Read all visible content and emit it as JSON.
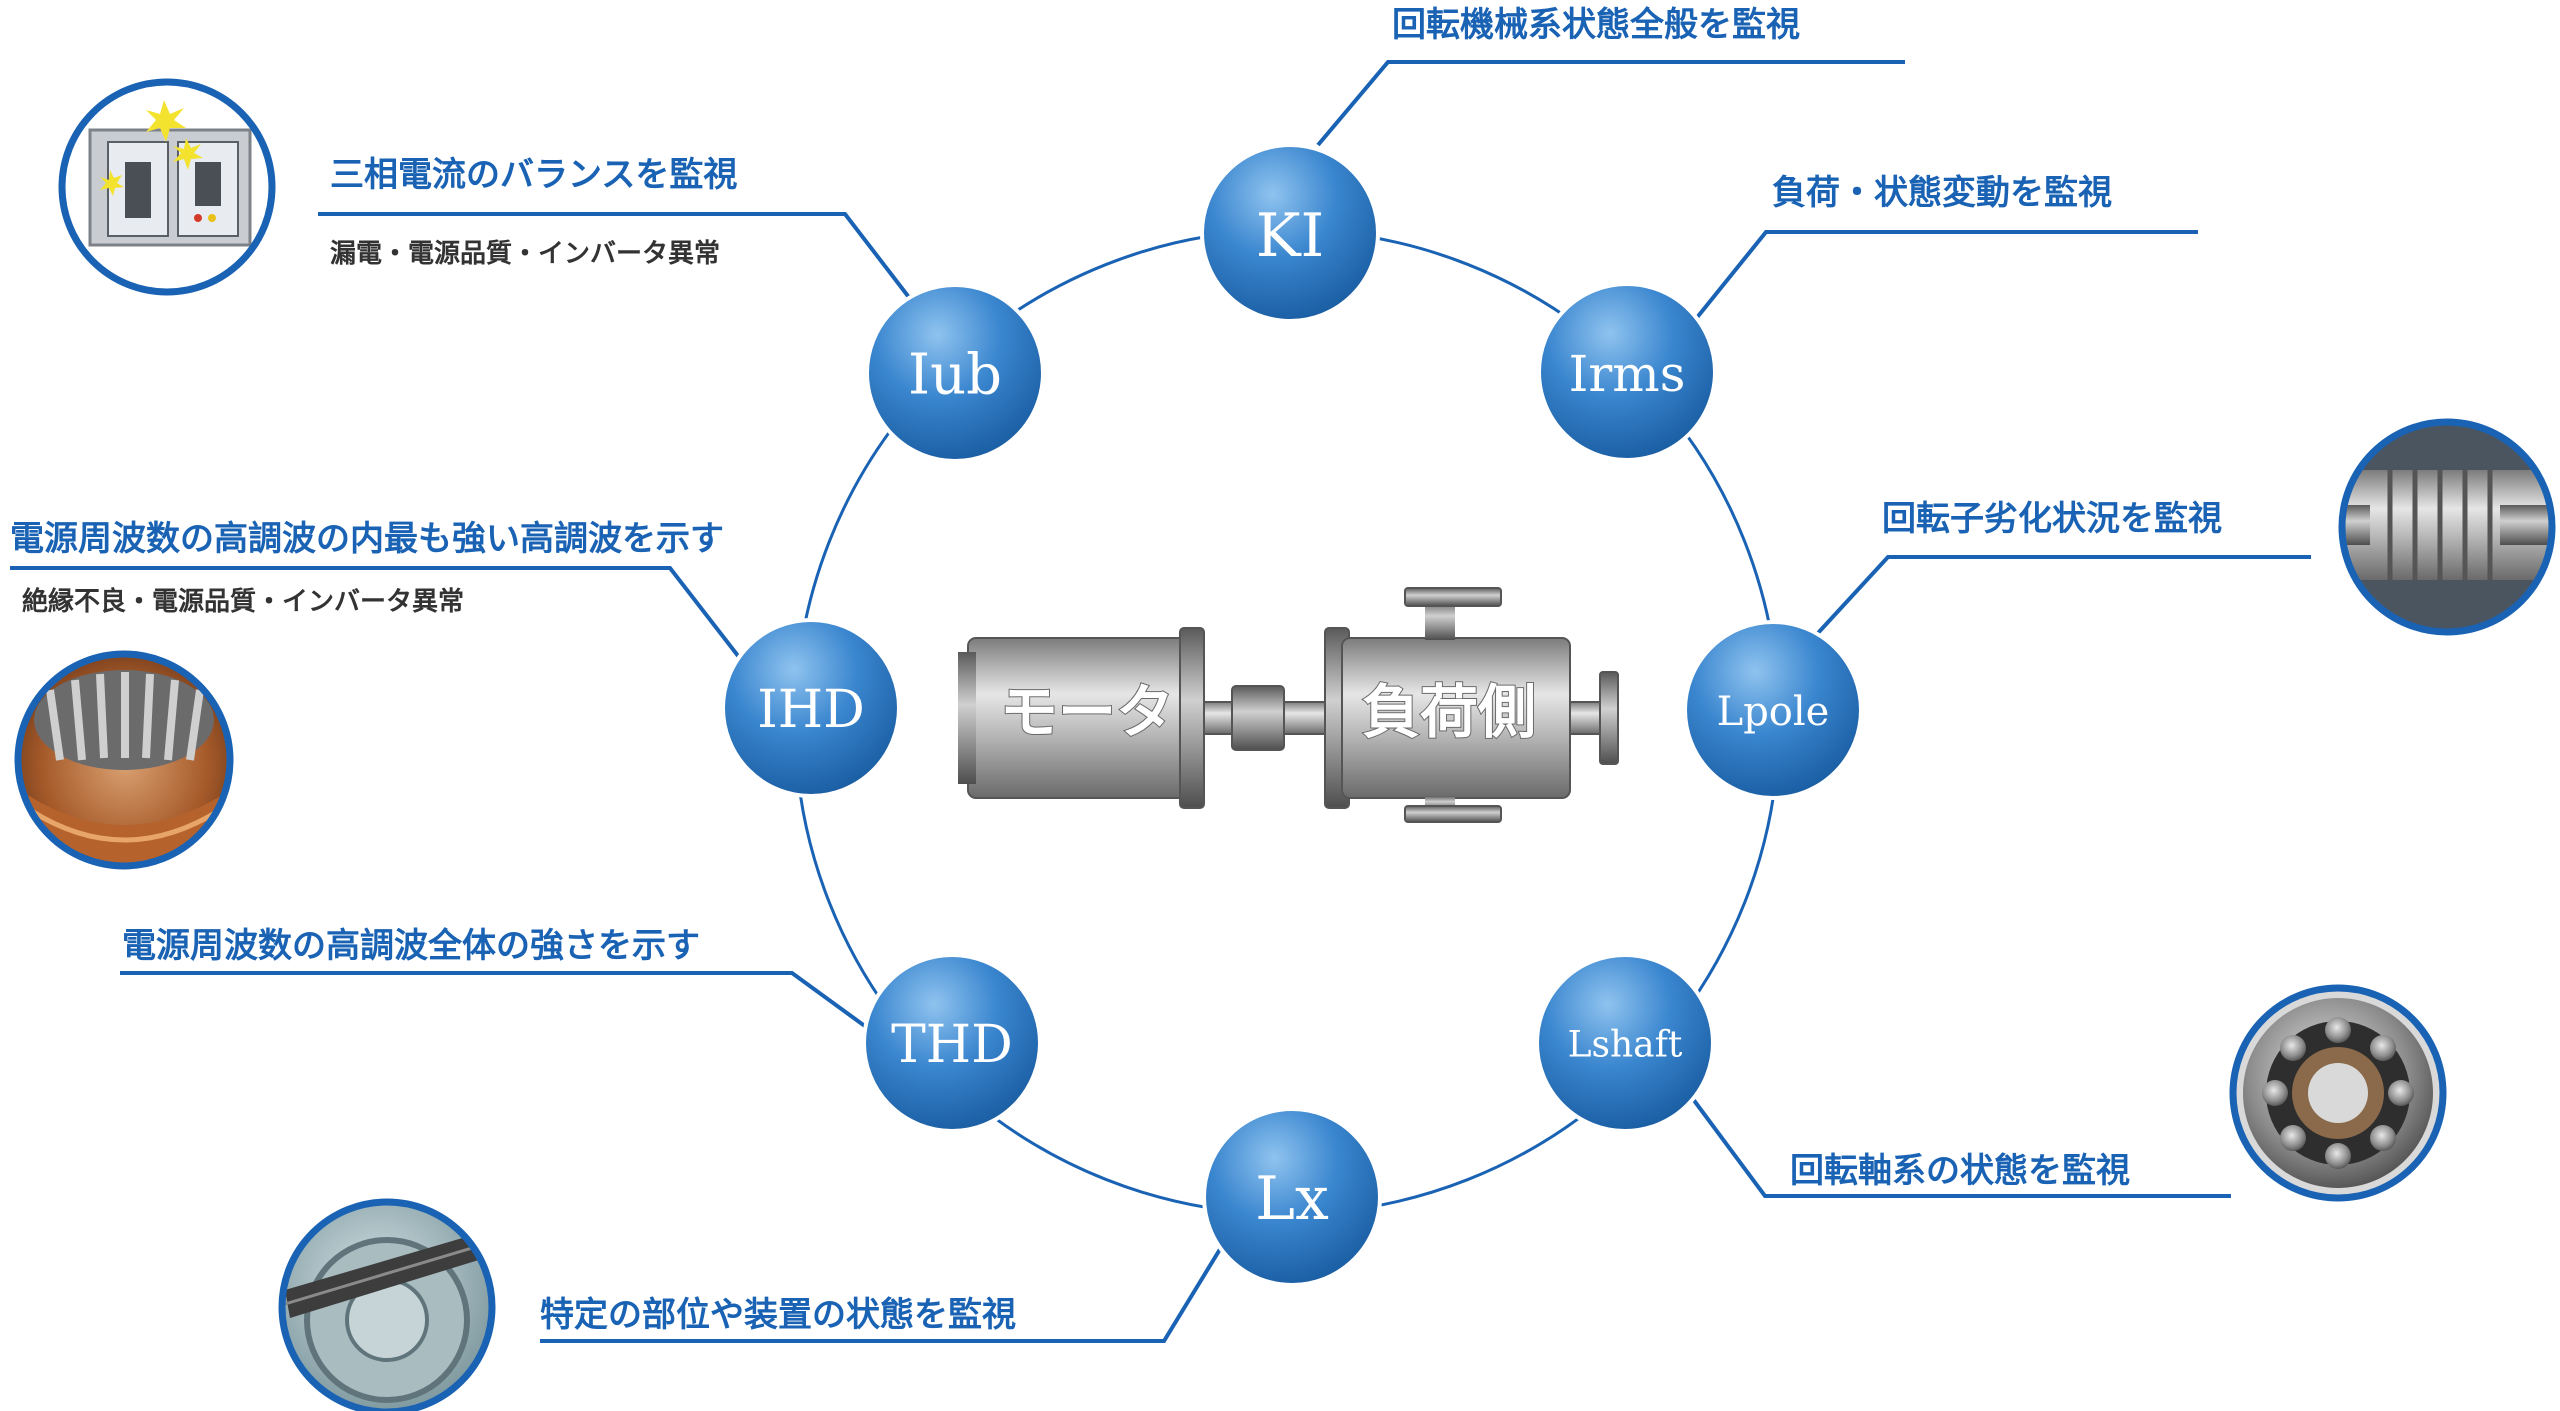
{
  "colors": {
    "accent": "#1a63b4",
    "node": "#1f6db5",
    "ring": "#1a63b4"
  },
  "machine": {
    "motor": "モータ",
    "load": "負荷側"
  },
  "nodes": [
    {
      "id": "KI",
      "label": "KI"
    },
    {
      "id": "Irms",
      "label": "Irms"
    },
    {
      "id": "Lpole",
      "label": "Lpole"
    },
    {
      "id": "Lshaft",
      "label": "Lshaft"
    },
    {
      "id": "Lx",
      "label": "Lx"
    },
    {
      "id": "THD",
      "label": "THD"
    },
    {
      "id": "IHD",
      "label": "IHD"
    },
    {
      "id": "Iub",
      "label": "Iub"
    }
  ],
  "callouts": {
    "KI": {
      "title": "回転機械系状態全般を監視"
    },
    "Irms": {
      "title": "負荷・状態変動を監視"
    },
    "Lpole": {
      "title": "回転子劣化状況を監視",
      "photo_icon": "rotor-photo-icon"
    },
    "Lshaft": {
      "title": "回転軸系の状態を監視",
      "photo_icon": "bearing-photo-icon"
    },
    "Lx": {
      "title": "特定の部位や装置の状態を監視",
      "photo_icon": "belt-pulley-photo-icon"
    },
    "THD": {
      "title": "電源周波数の高調波全体の強さを示す"
    },
    "IHD": {
      "title": "電源周波数の高調波の内最も強い高調波を示す",
      "subtitle": "絶縁不良・電源品質・インバータ異常",
      "photo_icon": "stator-coil-photo-icon"
    },
    "Iub": {
      "title": "三相電流のバランスを監視",
      "subtitle": "漏電・電源品質・インバータ異常",
      "photo_icon": "breaker-panel-icon"
    }
  }
}
